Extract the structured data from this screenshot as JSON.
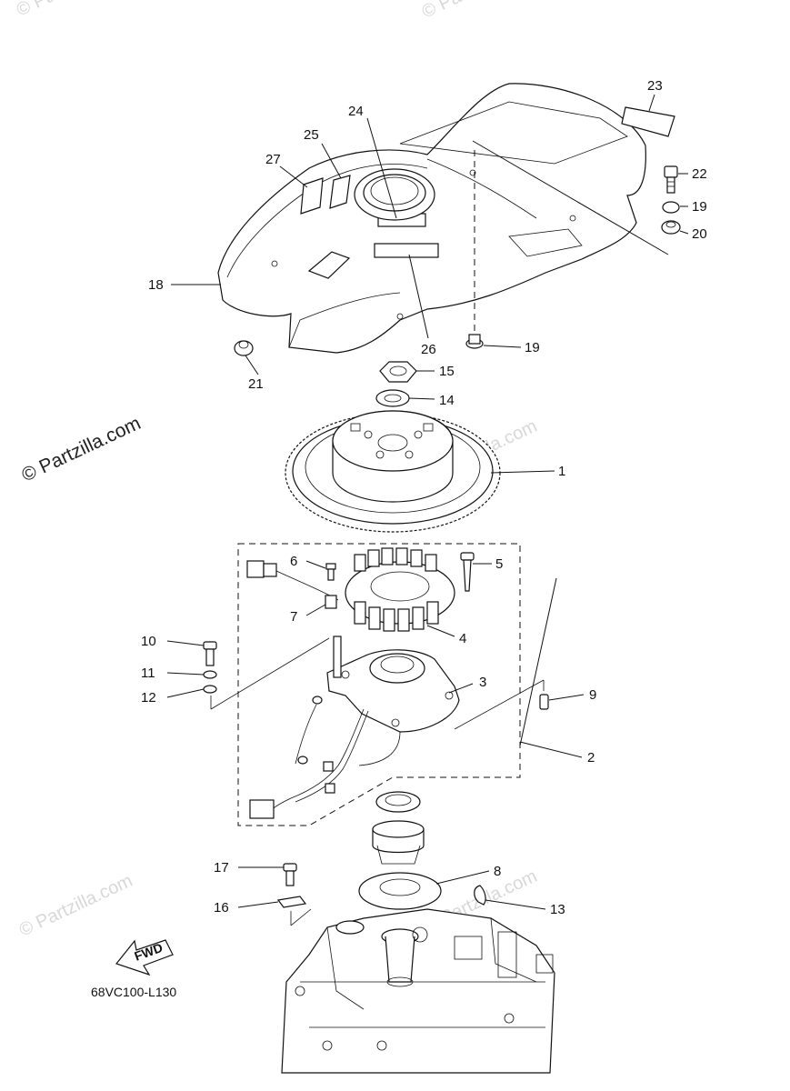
{
  "watermark": {
    "main": "© Partzilla.com",
    "faint": "© Partzilla.com"
  },
  "diagram_code": "68VC100-L130",
  "fwd_label": "FWD",
  "callouts": {
    "c1": "1",
    "c2": "2",
    "c3": "3",
    "c4": "4",
    "c5": "5",
    "c6": "6",
    "c7": "7",
    "c8": "8",
    "c9": "9",
    "c10": "10",
    "c11": "11",
    "c12": "12",
    "c13": "13",
    "c14": "14",
    "c15": "15",
    "c16": "16",
    "c17": "17",
    "c18": "18",
    "c19a": "19",
    "c19b": "19",
    "c20": "20",
    "c21": "21",
    "c22": "22",
    "c23": "23",
    "c24": "24",
    "c25": "25",
    "c26": "26",
    "c27": "27"
  }
}
